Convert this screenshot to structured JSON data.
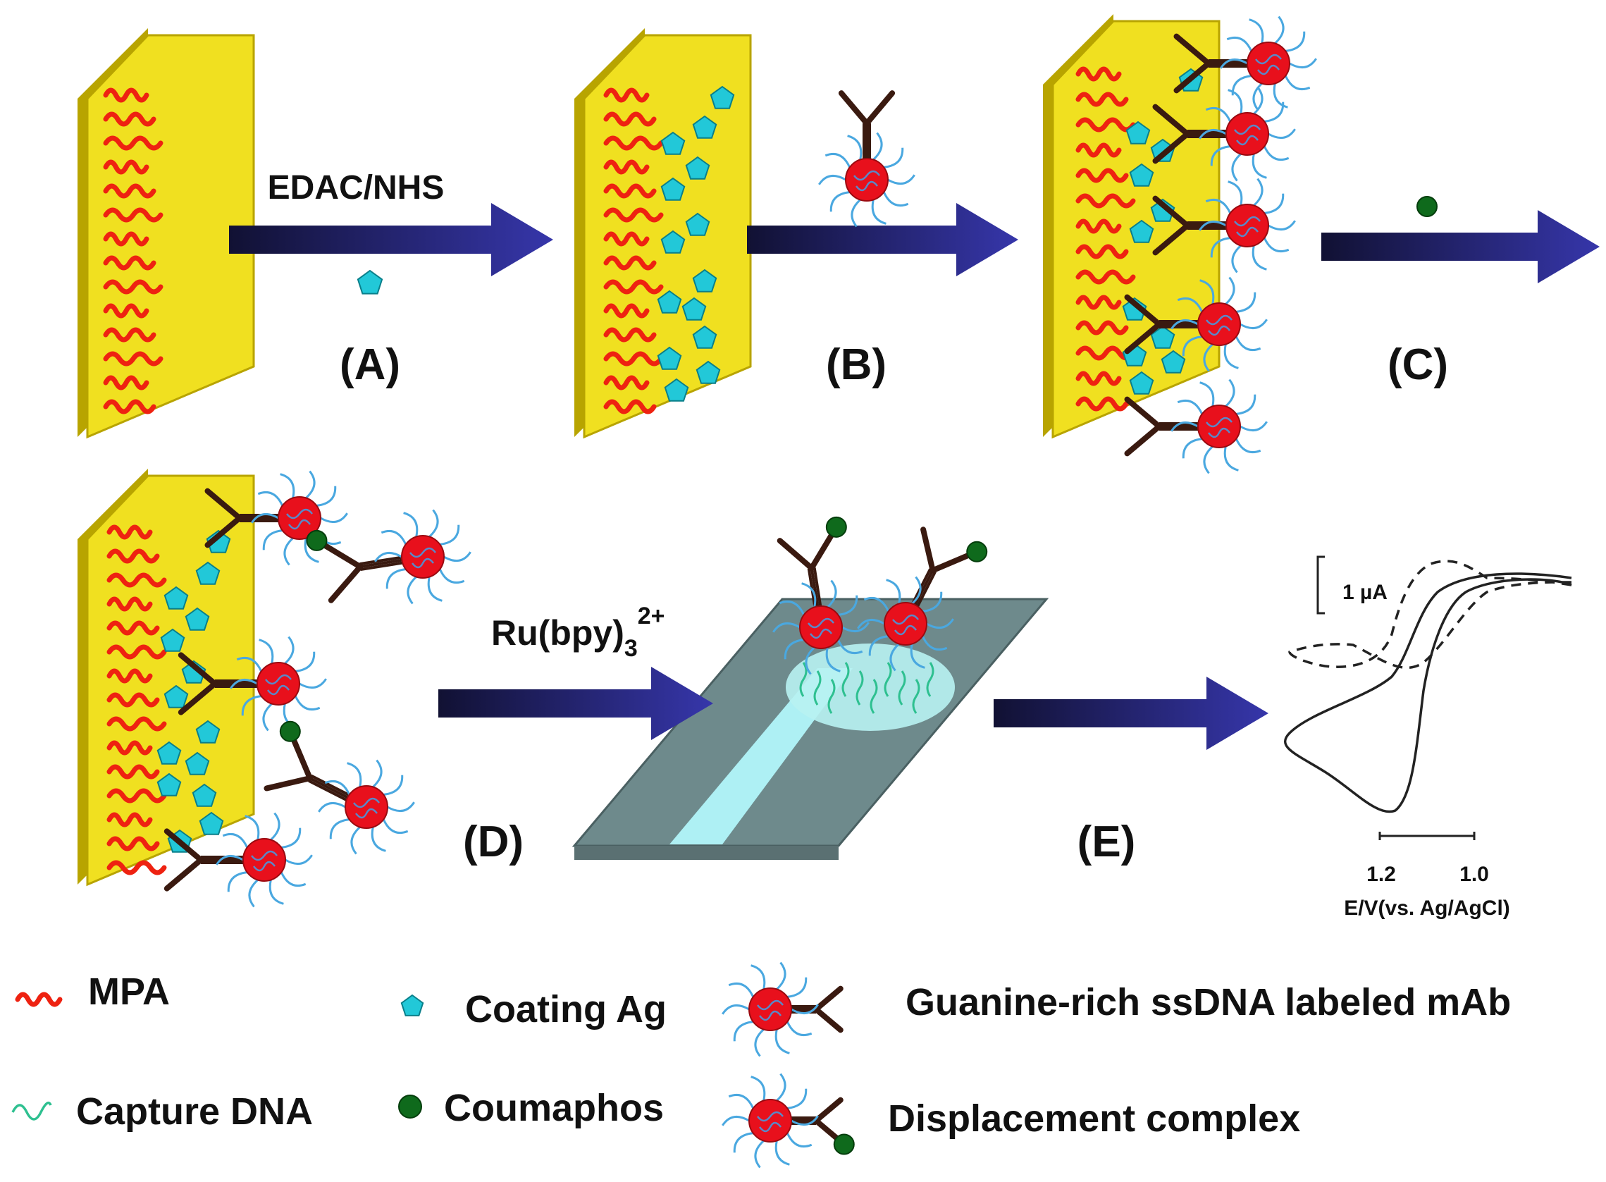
{
  "steps": {
    "a_reagent": "EDAC/NHS",
    "a_label": "(A)",
    "b_label": "(B)",
    "c_label": "(C)",
    "d_reagent": "Ru(bpy)",
    "d_reagent_sub": "3",
    "d_reagent_sup": "2+",
    "d_label": "(D)",
    "e_label": "(E)"
  },
  "cv_plot": {
    "scale_bar_label": "1 µA",
    "tick_labels": [
      "1.2",
      "1.0"
    ],
    "xlabel": "E/V(vs. Ag/AgCl)"
  },
  "legend": {
    "items": [
      {
        "key": "mpa",
        "label": "MPA"
      },
      {
        "key": "coating-ag",
        "label": "Coating Ag"
      },
      {
        "key": "mab",
        "label": "Guanine-rich ssDNA labeled mAb"
      },
      {
        "key": "capture-dna",
        "label": "Capture DNA"
      },
      {
        "key": "coumaphos",
        "label": "Coumaphos"
      },
      {
        "key": "displacement",
        "label": "Displacement complex"
      }
    ]
  },
  "colors": {
    "electrode": "#f0e020",
    "electrode_edge": "#b8a400",
    "mpa": "#ee2211",
    "coating_ag": "#22c8d8",
    "nanoparticle": "#e8101c",
    "ssdna": "#4aa8e0",
    "antibody": "#3a1a10",
    "coumaphos": "#0f6a1c",
    "arrow": "#2a2a88",
    "capture_dna": "#2ec090",
    "chip": "#6e8a8c",
    "channel": "#aef0f4"
  }
}
